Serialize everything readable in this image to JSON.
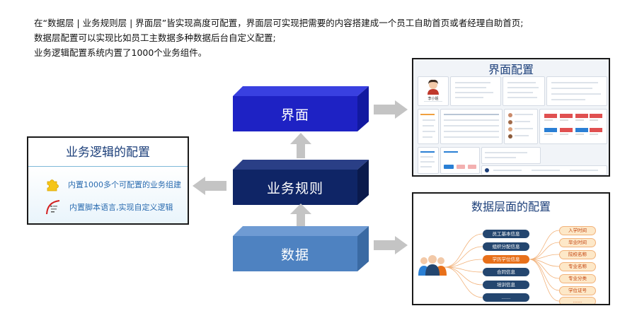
{
  "intro": [
    "在“数据层 | 业务规则层 | 界面层”皆实现高度可配置，界面层可实现把需要的内容搭建成一个员工自助首页或者经理自助首页;",
    "数据层配置可以实现比如员工主数据多种数据后台自定义配置;",
    "业务逻辑配置系统内置了1000个业务组件。"
  ],
  "layers": {
    "ui": "界面",
    "rules": "业务规则",
    "data": "数据"
  },
  "logic_panel": {
    "title": "业务逻辑的配置",
    "items": [
      {
        "icon": "puzzle-icon",
        "text": "内置1000多个可配置的业务组建"
      },
      {
        "icon": "script-code-icon",
        "text": "内置脚本语言,实现自定义逻辑"
      }
    ]
  },
  "ui_panel": {
    "title": "界面配置",
    "profile_name": "李小姐"
  },
  "data_panel": {
    "title": "数据层面的配置",
    "center_items": [
      "员工基本信息",
      "组织分配信息",
      "学历学位信息",
      "合同信息",
      "培训信息",
      "......"
    ],
    "highlight_index": 2,
    "right_items": [
      "入学时间",
      "毕业时间",
      "院校名称",
      "专业名称",
      "专业分类",
      "学位证号",
      "......"
    ]
  },
  "colors": {
    "ui_front": "#1e22c4",
    "ui_top": "#3940e0",
    "ui_side": "#1219a0",
    "rules_front": "#0f2566",
    "rules_top": "#2a3f86",
    "rules_side": "#0a1a4c",
    "data_front": "#4e82c1",
    "data_top": "#6f9bd3",
    "data_side": "#3a6aa3",
    "arrow": "#c4c4c4",
    "accent": "#e8701a"
  }
}
